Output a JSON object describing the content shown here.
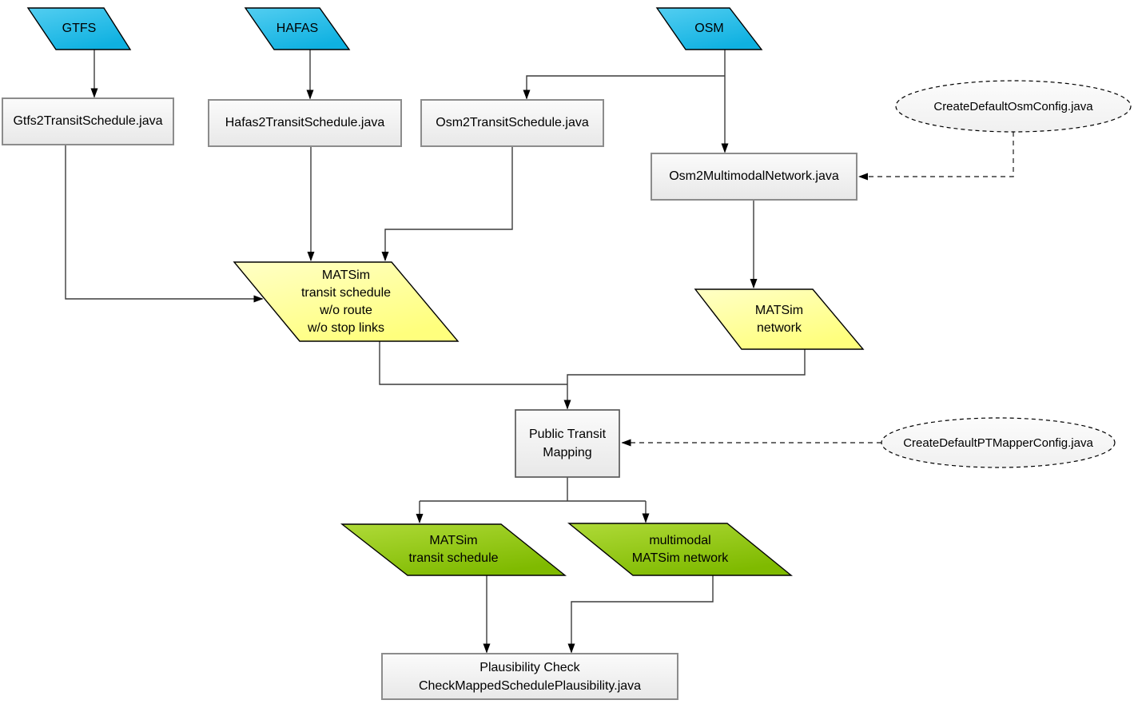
{
  "nodes": {
    "gtfs": {
      "label": "GTFS"
    },
    "hafas": {
      "label": "HAFAS"
    },
    "osm": {
      "label": "OSM"
    },
    "gtfs2ts": {
      "label": "Gtfs2TransitSchedule.java"
    },
    "hafas2ts": {
      "label": "Hafas2TransitSchedule.java"
    },
    "osm2ts": {
      "label": "Osm2TransitSchedule.java"
    },
    "osm2mn": {
      "label": "Osm2MultimodalNetwork.java"
    },
    "osm_config": {
      "label": "CreateDefaultOsmConfig.java"
    },
    "schedule_unmapped": {
      "label": "MATSim\ntransit schedule\nw/o route\nw/o stop links"
    },
    "network": {
      "label": "MATSim\nnetwork"
    },
    "ptm": {
      "label": "Public Transit\nMapping"
    },
    "ptmapper_config": {
      "label": "CreateDefaultPTMapperConfig.java"
    },
    "schedule_mapped": {
      "label": "MATSim\ntransit schedule"
    },
    "multimodal_network": {
      "label": "multimodal\nMATSim network"
    },
    "plausibility": {
      "label": "Plausibility Check\nCheckMappedSchedulePlausibility.java"
    }
  },
  "colors": {
    "blue_top": "#53CEF1",
    "blue_bottom": "#0FB1E1",
    "yellow_top": "#FFFFC6",
    "yellow_bottom": "#FFFF7D",
    "green_top": "#AFDA38",
    "green_bottom": "#7FBA00",
    "gray_top": "#FBFBFB",
    "gray_bottom": "#E8E8E8",
    "ellipse_top": "#FCFCFC",
    "ellipse_bottom": "#F0F0F0",
    "shape_stroke": "#000000",
    "box_stroke": "#8C8C8C",
    "ptm_stroke": "#5B5B5B",
    "edge": "#3C3C3C",
    "arrow": "#000000"
  }
}
